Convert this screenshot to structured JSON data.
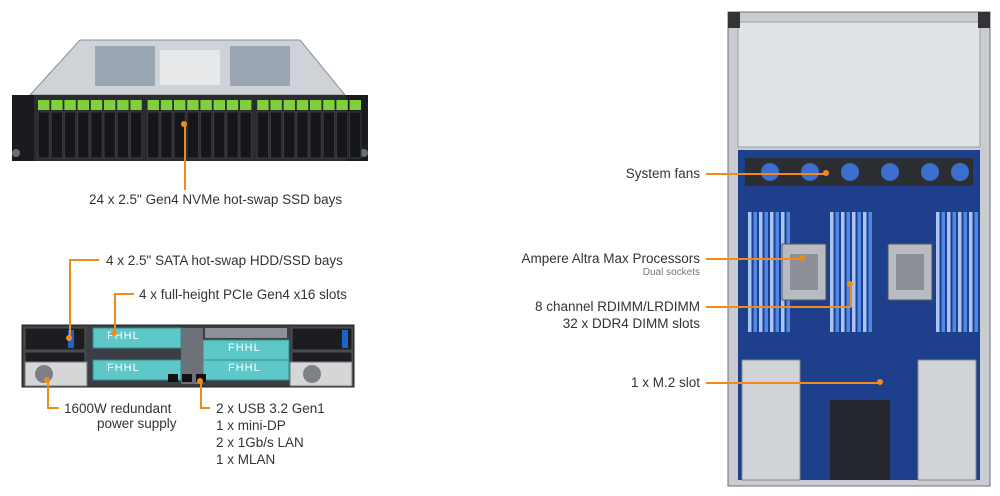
{
  "front_view": {
    "nvme_bays_label": "24 x 2.5\" Gen4 NVMe hot-swap SSD bays"
  },
  "rear_view": {
    "sata_bays_label": "4 x 2.5\" SATA hot-swap HDD/SSD bays",
    "pcie_slots_label": "4 x full-height PCIe Gen4 x16 slots",
    "psu_label_1": "1600W redundant",
    "psu_label_2": "power supply",
    "io_label_1": "2 x USB 3.2 Gen1",
    "io_label_2": "1 x mini-DP",
    "io_label_3": "2 x 1Gb/s LAN",
    "io_label_4": "1 x MLAN",
    "fhhl_label": "FHHL"
  },
  "top_view": {
    "fans_label": "System fans",
    "cpu_label": "Ampere Altra Max Processors",
    "cpu_sub": "Dual sockets",
    "dimm_label_1": "8 channel RDIMM/LRDIMM",
    "dimm_label_2": "32 x DDR4 DIMM slots",
    "m2_label": "1 x M.2 slot"
  },
  "colors": {
    "accent": "#f08a1c",
    "drive_green": "#7ed13a",
    "pcie_teal": "#5ec8c8",
    "board_blue": "#1d3f8c",
    "chassis_gray": "#c9ccd0"
  }
}
